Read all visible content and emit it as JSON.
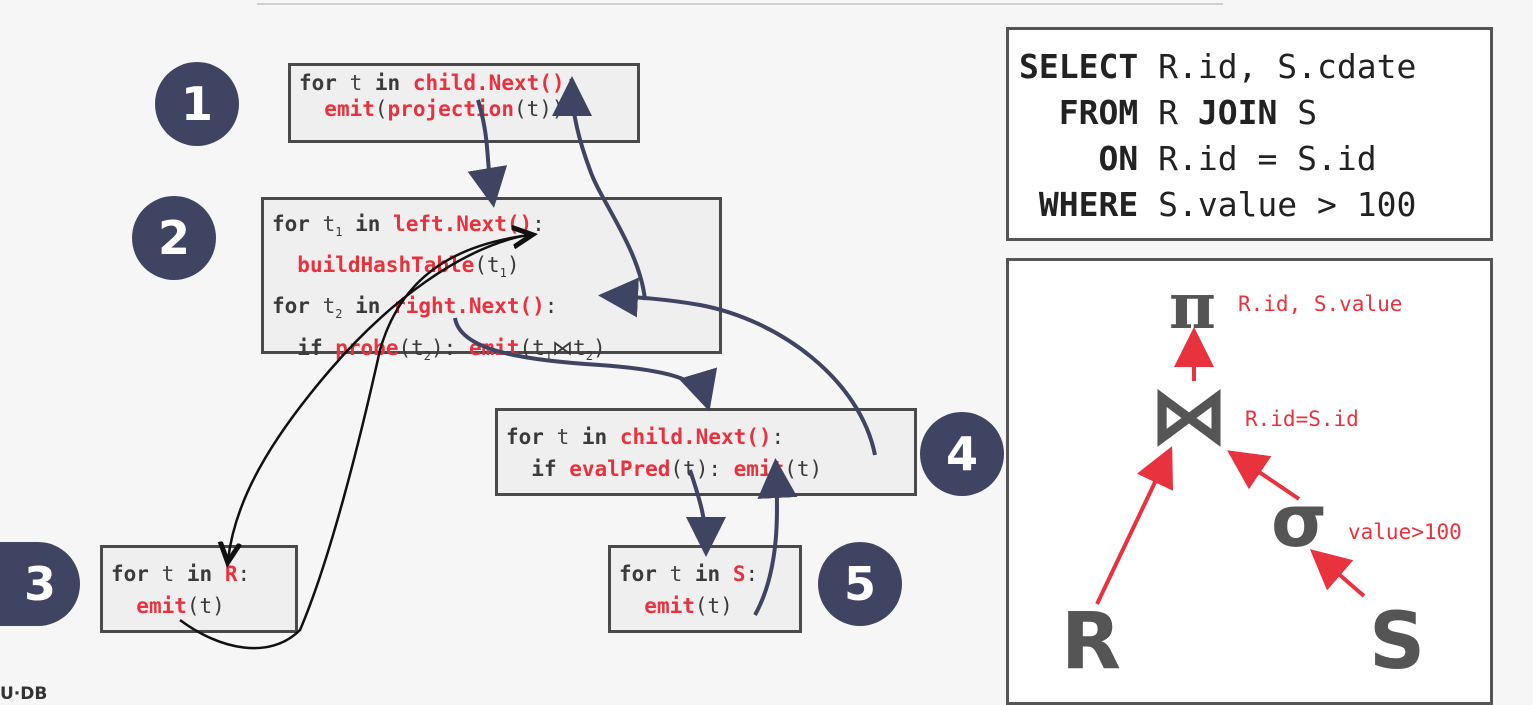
{
  "steps": [
    "1",
    "2",
    "3",
    "4",
    "5"
  ],
  "op1": {
    "l1_for": "for",
    "l1_t": " t ",
    "l1_in": "in",
    "l1_fn": "child.Next()",
    "l1_end": ":",
    "l2_emit": "emit",
    "l2_p": "(",
    "l2_proj": "projection",
    "l2_end": "(t))"
  },
  "op2": {
    "l1_for": "for",
    "l1_t": " t",
    "l1_sub": "1",
    "l1_in": " in ",
    "l1_fn": "left.Next()",
    "l1_end": ":",
    "l2_fn": "buildHashTable",
    "l2_p": "(t",
    "l2_sub": "1",
    "l2_end": ")",
    "l3_for": "for",
    "l3_t": " t",
    "l3_sub": "2",
    "l3_in": " in ",
    "l3_fn": "right.Next()",
    "l3_end": ":",
    "l4_if": "if",
    "l4_fn": "probe",
    "l4_p": "(t",
    "l4_sub": "2",
    "l4_mid": "): ",
    "l4_emit": "emit",
    "l4_a": "(t",
    "l4_sub1": "1",
    "l4_join": "⋈",
    "l4_b": "t",
    "l4_sub2": "2",
    "l4_end": ")"
  },
  "op3": {
    "l1_for": "for",
    "l1_t": " t ",
    "l1_in": "in",
    "l1_fn": "R",
    "l1_end": ":",
    "l2_emit": "emit",
    "l2_end": "(t)"
  },
  "op4": {
    "l1_for": "for",
    "l1_t": " t ",
    "l1_in": "in",
    "l1_fn": "child.Next()",
    "l1_end": ":",
    "l2_if": "if",
    "l2_fn": "evalPred",
    "l2_mid": "(t): ",
    "l2_emit": "emit",
    "l2_end": "(t)"
  },
  "op5": {
    "l1_for": "for",
    "l1_t": " t ",
    "l1_in": "in",
    "l1_fn": "S",
    "l1_end": ":",
    "l2_emit": "emit",
    "l2_end": "(t)"
  },
  "sql": {
    "l1_kw": "SELECT",
    "l1_rest": " R.id, S.cdate",
    "l2_kw": "FROM",
    "l2_a": " R ",
    "l2_kw2": "JOIN",
    "l2_b": " S",
    "l3_kw": "ON",
    "l3_rest": " R.id = S.id",
    "l4_kw": "WHERE",
    "l4_rest": " S.value > 100"
  },
  "plan": {
    "pi": "π",
    "pi_label": "R.id, S.value",
    "join": "⋈",
    "join_label": "R.id=S.id",
    "sigma": "σ",
    "sigma_label": "value>100",
    "r": "R",
    "s": "S"
  },
  "logo": "U·DB",
  "colors": {
    "accent": "#e8323d",
    "circle": "#3f4462",
    "arrow": "#3f4462",
    "box_border": "#4a4a4a"
  }
}
